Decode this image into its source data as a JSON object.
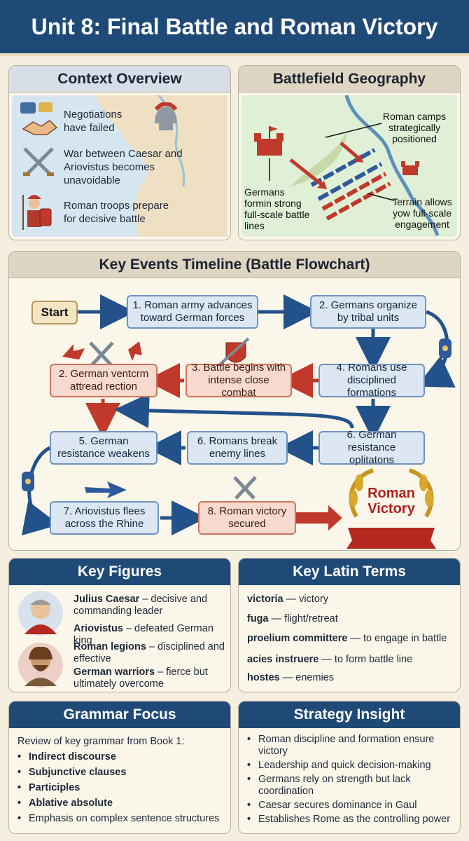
{
  "title": "Unit 8: Final Battle and Roman Victory",
  "context": {
    "heading": "Context Overview",
    "items": [
      {
        "text": "Negotiations have failed",
        "icon": "speech-bubbles-handshake-icon"
      },
      {
        "text": "War between Caesar and Ariovistus becomes unavoidable",
        "icon": "crossed-swords-icon"
      },
      {
        "text": "Roman troops prepare for decisive battle",
        "icon": "roman-soldier-icon"
      }
    ]
  },
  "geography": {
    "heading": "Battlefield Geography",
    "labels": {
      "camps": "Roman camps strategically positioned",
      "germans": "Germans formin strong full-scale battle lines",
      "terrain": "Terrain allows yow full-scale engagement"
    }
  },
  "timeline": {
    "heading": "Key Events Timeline (Battle Flowchart)",
    "start": "Start",
    "nodes": [
      {
        "id": "n1",
        "label": "1. Roman army advances toward German forces",
        "style": "blue"
      },
      {
        "id": "n2",
        "label": "2. Germans organize by tribal units",
        "style": "blue"
      },
      {
        "id": "n3",
        "label": "4. Romans use disciplined formations",
        "style": "blue"
      },
      {
        "id": "n4",
        "label": "3. Battle begins with intense close combat",
        "style": "red"
      },
      {
        "id": "n5",
        "label": "2. German ventcrm attread rection",
        "style": "red"
      },
      {
        "id": "n6",
        "label": "6. German resistance oplitatons",
        "style": "blue"
      },
      {
        "id": "n7",
        "label": "6. Romans break enemy lines",
        "style": "blue"
      },
      {
        "id": "n8",
        "label": "5. German resistance weakens",
        "style": "blue"
      },
      {
        "id": "n9",
        "label": "7. Ariovistus flees across the Rhine",
        "style": "blue"
      },
      {
        "id": "n10",
        "label": "8. Roman victory secured",
        "style": "red"
      }
    ],
    "victory": {
      "line1": "Roman",
      "line2": "Victory"
    }
  },
  "figures": {
    "heading": "Key Figures",
    "items": [
      {
        "name": "Julius Caesar",
        "desc": " – decisive and commanding leader"
      },
      {
        "name": "Ariovistus",
        "desc": " – defeated German king"
      },
      {
        "name": "Roman legions",
        "desc": " – disciplined and effective"
      },
      {
        "name": "German warriors",
        "desc": " – fierce but ultimately overcome"
      }
    ]
  },
  "latin": {
    "heading": "Key Latin Terms",
    "items": [
      {
        "term": "victoria",
        "meaning": " — victory"
      },
      {
        "term": "fuga",
        "meaning": " — flight/retreat"
      },
      {
        "term": "proelium committere",
        "meaning": " — to engage in battle"
      },
      {
        "term": "acies instruere",
        "meaning": " — to form battle line"
      },
      {
        "term": "hostes",
        "meaning": " — enemies"
      }
    ]
  },
  "grammar": {
    "heading": "Grammar Focus",
    "intro": "Review of key grammar from Book 1:",
    "items": [
      "Indirect discourse",
      "Subjunctive clauses",
      "Participles",
      "Ablative absolute"
    ],
    "last": "Emphasis on complex sentence structures"
  },
  "strategy": {
    "heading": "Strategy Insight",
    "items": [
      "Roman discipline and formation ensure victory",
      "Leadership and quick decision-making",
      "Germans rely on strength but lack coordination",
      "Caesar secures dominance in Gaul",
      "Establishes Rome as the controlling power"
    ]
  }
}
